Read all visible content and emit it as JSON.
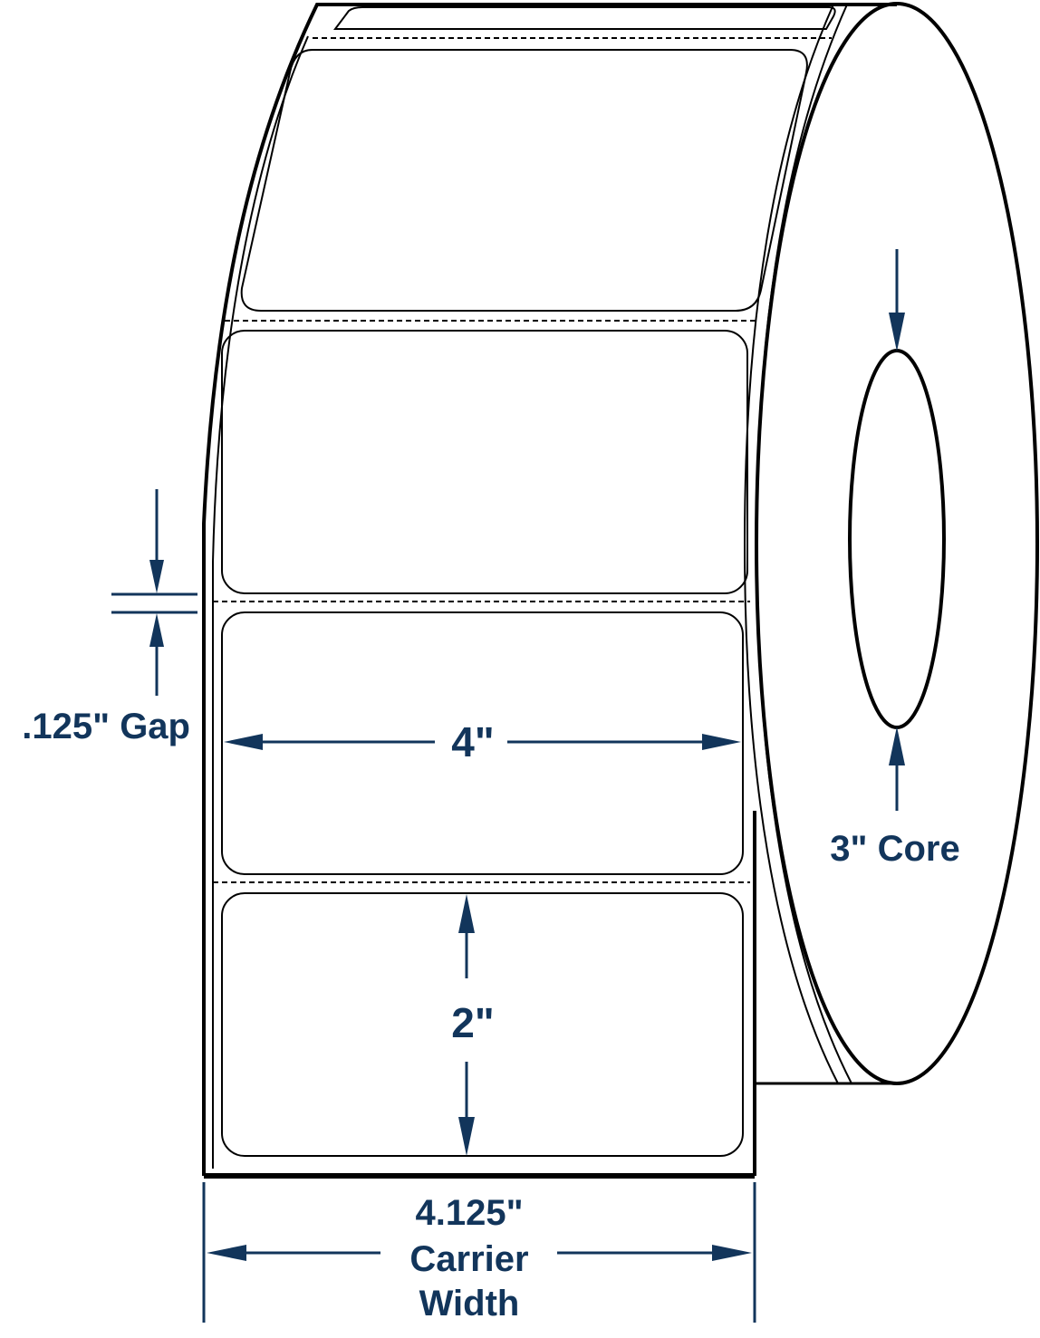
{
  "colors": {
    "dimension": "#12355b",
    "outline": "#000000",
    "background": "#ffffff"
  },
  "labels": {
    "gap": ".125\" Gap",
    "label_width": "4\"",
    "label_height": "2\"",
    "core": "3\" Core",
    "carrier_width_value": "4.125\"",
    "carrier_width_line1": "Carrier",
    "carrier_width_line2": "Width"
  }
}
